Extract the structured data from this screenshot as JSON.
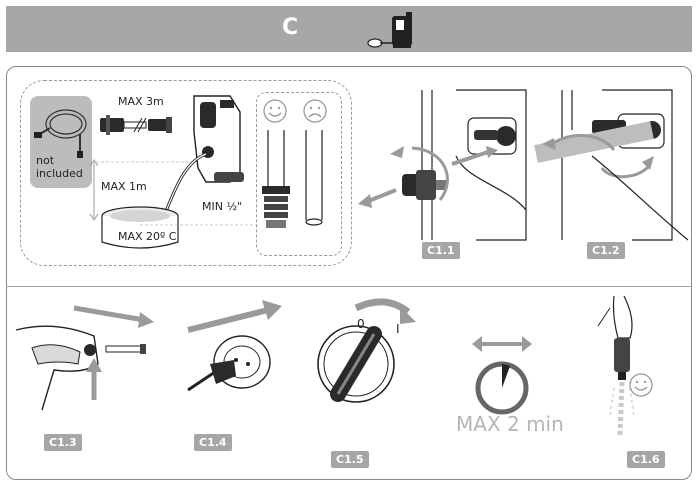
{
  "header": {
    "section_letter": "C",
    "icon": "pressure-washer-icon"
  },
  "preconditions": {
    "hose_not_included": "not\nincluded",
    "max_hose_length": "MAX 3m",
    "max_height": "MAX 1m",
    "max_temp": "MAX 20º C",
    "min_diameter": "MIN ½\"",
    "good_icon": "smiley-face-icon",
    "bad_icon": "sad-face-icon"
  },
  "steps": [
    {
      "label": "C1.1"
    },
    {
      "label": "C1.2"
    },
    {
      "label": "C1.3"
    },
    {
      "label": "C1.4"
    },
    {
      "label": "C1.5"
    },
    {
      "label": "C1.6"
    }
  ],
  "switch": {
    "off_mark": "0",
    "on_mark": "I"
  },
  "run_time": "MAX 2 min",
  "colors": {
    "header_bg": "#a7a7a7",
    "label_bg": "#a6a6a6",
    "arrow_gray": "#9a9a9a",
    "line": "#1e1e1e"
  }
}
